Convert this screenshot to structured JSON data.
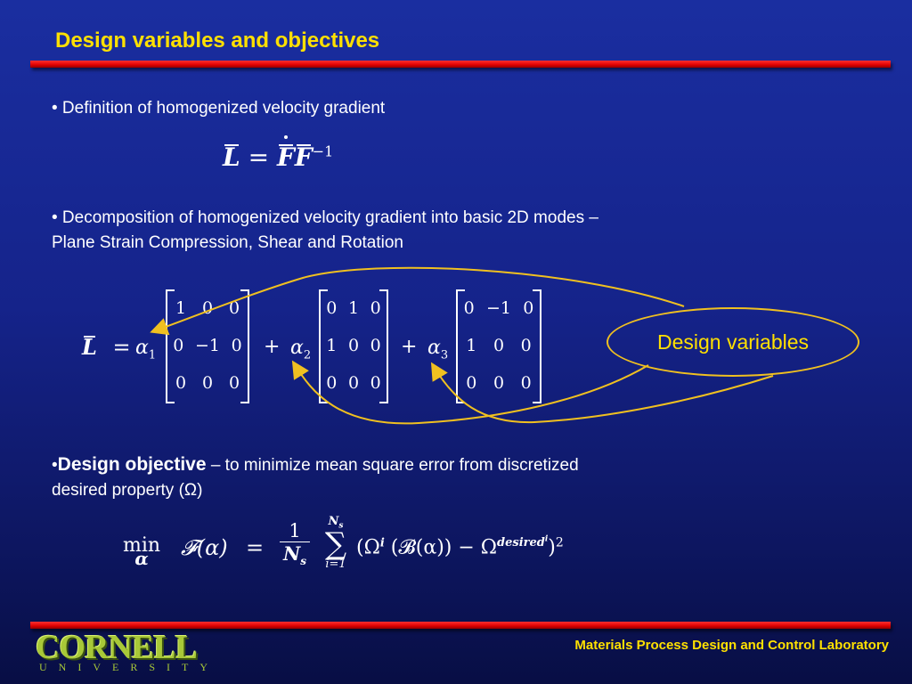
{
  "title": "Design variables and objectives",
  "bullet1": "• Definition of homogenized velocity gradient",
  "eq1": {
    "lhs": "L",
    "eq": "=",
    "f1": "F",
    "f2": "F",
    "sup": "−1"
  },
  "bullet2": {
    "line1": "• Decomposition of homogenized velocity gradient into basic 2D modes –",
    "line2": "Plane Strain Compression, Shear and Rotation"
  },
  "eq2": {
    "lhs": "L",
    "eq": "=",
    "plus": "+",
    "alpha1": "α",
    "alpha1_sub": "1",
    "alpha2": "α",
    "alpha2_sub": "2",
    "alpha3": "α",
    "alpha3_sub": "3",
    "m1": [
      [
        "1",
        "0",
        "0"
      ],
      [
        "0",
        "−1",
        "0"
      ],
      [
        "0",
        "0",
        "0"
      ]
    ],
    "m2": [
      [
        "0",
        "1",
        "0"
      ],
      [
        "1",
        "0",
        "0"
      ],
      [
        "0",
        "0",
        "0"
      ]
    ],
    "m3": [
      [
        "0",
        "−1",
        "0"
      ],
      [
        "1",
        "0",
        "0"
      ],
      [
        "0",
        "0",
        "0"
      ]
    ]
  },
  "callout": "Design variables",
  "bullet3": {
    "dot": "•",
    "bold": "Design objective",
    "rest": " – to minimize mean square error from discretized",
    "line2": "desired property (Ω)"
  },
  "eq3": {
    "min": "min",
    "min_sub": "α",
    "func": "𝓕(α)",
    "eq": "=",
    "frac_num": "1",
    "frac_den": "N",
    "frac_den_sub": "s",
    "sum": "∑",
    "sum_top": "N",
    "sum_top_sub": "s",
    "sum_bot": "i=1",
    "body": "(Ω",
    "body_sup": "i",
    "body2": "(𝓑(α)) − Ω",
    "body_sup2": "desired",
    "body_sup2b": "i",
    "body3": ")",
    "body_sup3": "2"
  },
  "footer": {
    "lab": "Materials Process Design and Control Laboratory",
    "logo_main": "CORNELL",
    "logo_sub": "UNIVERSITY"
  },
  "colors": {
    "title": "#ffe000",
    "bar": "#e00000",
    "callout": "#f0c020",
    "logo": "#a8c838"
  }
}
